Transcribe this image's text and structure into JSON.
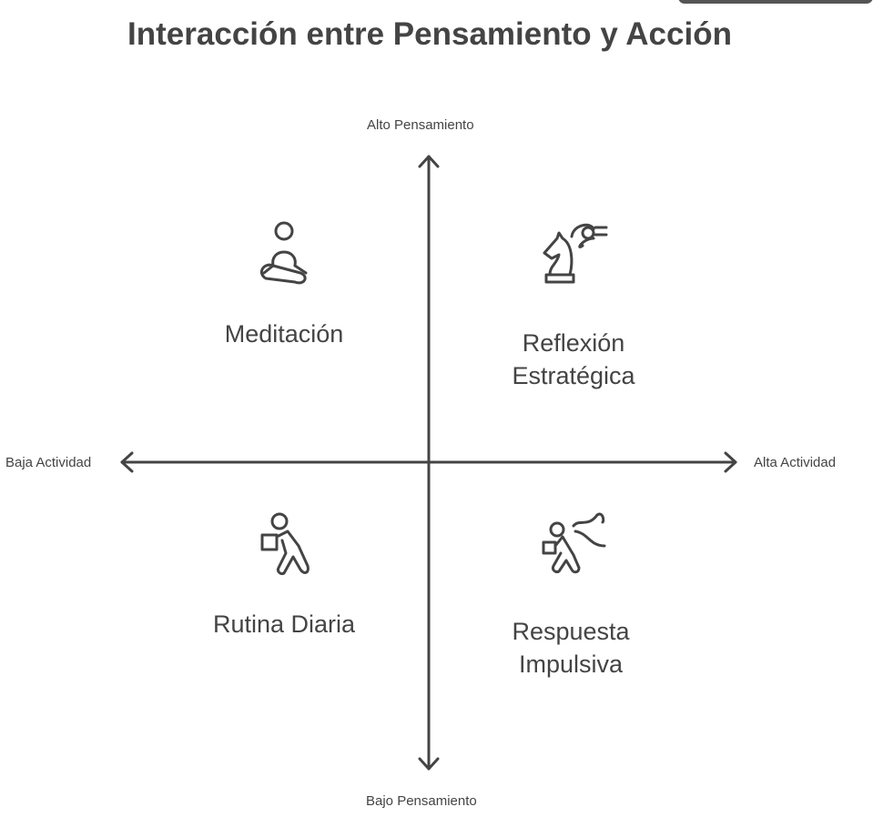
{
  "title": "Interacción entre Pensamiento y Acción",
  "axes": {
    "top": "Alto Pensamiento",
    "bottom": "Bajo Pensamiento",
    "left": "Baja Actividad",
    "right": "Alta Actividad"
  },
  "quadrants": [
    {
      "label": "Meditación",
      "icon": "meditation-icon"
    },
    {
      "label_line1": "Reflexión",
      "label_line2": "Estratégica",
      "icon": "chess-knight-icon"
    },
    {
      "label": "Rutina Diaria",
      "icon": "person-carrying-box-icon"
    },
    {
      "label_line1": "Respuesta",
      "label_line2": "Impulsiva",
      "icon": "person-running-icon"
    }
  ],
  "colors": {
    "ink": "#444444"
  }
}
